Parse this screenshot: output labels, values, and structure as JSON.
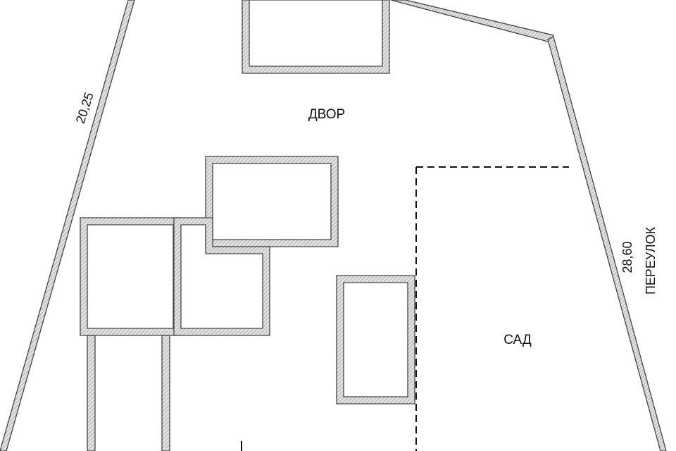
{
  "labels": {
    "courtyard": "ДВОР",
    "garden": "САД",
    "left_side_length": "20,25",
    "right_side_length": "28,60",
    "lane": "ПЕРЕУЛОК"
  },
  "colors": {
    "wall_outline": "#444444",
    "wall_hatch": "#9a9a9a",
    "wall_fill": "#d6d6d6",
    "background": "#ffffff",
    "text": "#111111"
  }
}
